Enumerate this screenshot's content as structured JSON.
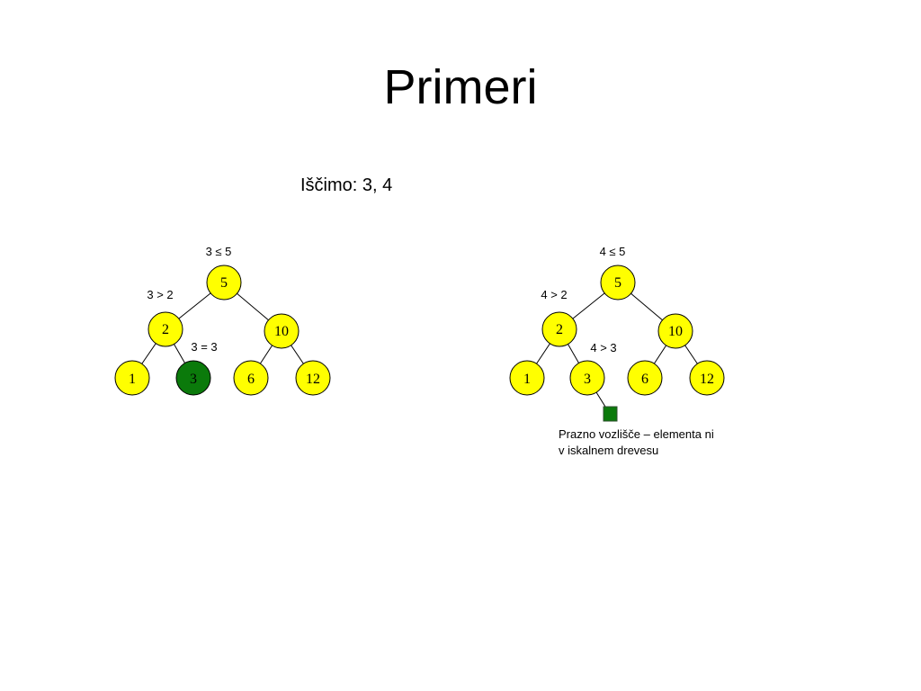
{
  "slide": {
    "title": "Primeri",
    "subtitle": "Iščimo: 3, 4"
  },
  "colors": {
    "node_fill": "#ffff00",
    "found_fill": "#0b7a0b",
    "empty_fill": "#0b7a0b"
  },
  "tree_left": {
    "nodes": {
      "root": "5",
      "l": "2",
      "r": "10",
      "ll": "1",
      "lr": "3",
      "rl": "6",
      "rr": "12"
    },
    "comparisons": {
      "root": "3 ≤ 5",
      "left": "3 > 2",
      "found": "3 = 3"
    }
  },
  "tree_right": {
    "nodes": {
      "root": "5",
      "l": "2",
      "r": "10",
      "ll": "1",
      "lr": "3",
      "rl": "6",
      "rr": "12"
    },
    "comparisons": {
      "root": "4 ≤ 5",
      "left": "4 > 2",
      "right_step": "4 > 3"
    },
    "note_line1": "Prazno vozlišče – elementa ni",
    "note_line2": "v iskalnem drevesu"
  }
}
